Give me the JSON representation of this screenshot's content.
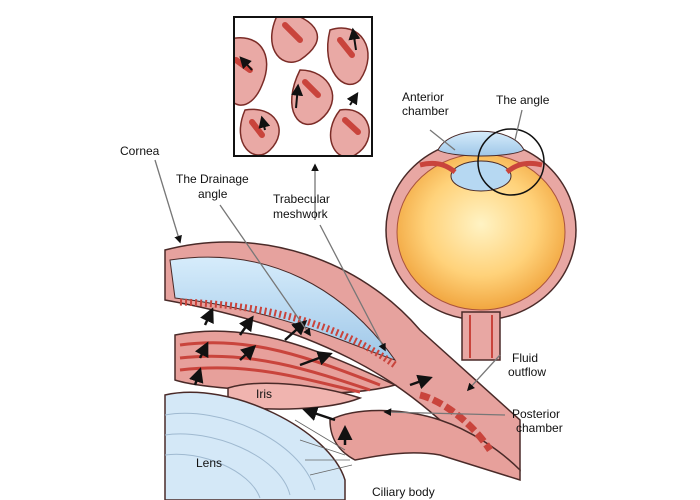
{
  "labels": {
    "cornea": "Cornea",
    "drainage_angle": [
      "The Drainage",
      "angle"
    ],
    "trabecular_meshwork": [
      "Trabecular",
      "meshwork"
    ],
    "anterior_chamber": [
      "Anterior",
      "chamber"
    ],
    "the_angle": "The angle",
    "fluid_outflow": [
      "Fluid",
      "outflow"
    ],
    "posterior_chamber": [
      "Posterior",
      "chamber"
    ],
    "iris": "Iris",
    "lens": "Lens",
    "ciliary_body": "Ciliary body"
  },
  "colors": {
    "tissue": "#e8a7a3",
    "tissue_dark": "#c9443c",
    "cornea_blue": "#c9e3f4",
    "lens_blue": "#dcecf8",
    "lens_core": "#ffd27a",
    "outline": "#4a2a28"
  }
}
